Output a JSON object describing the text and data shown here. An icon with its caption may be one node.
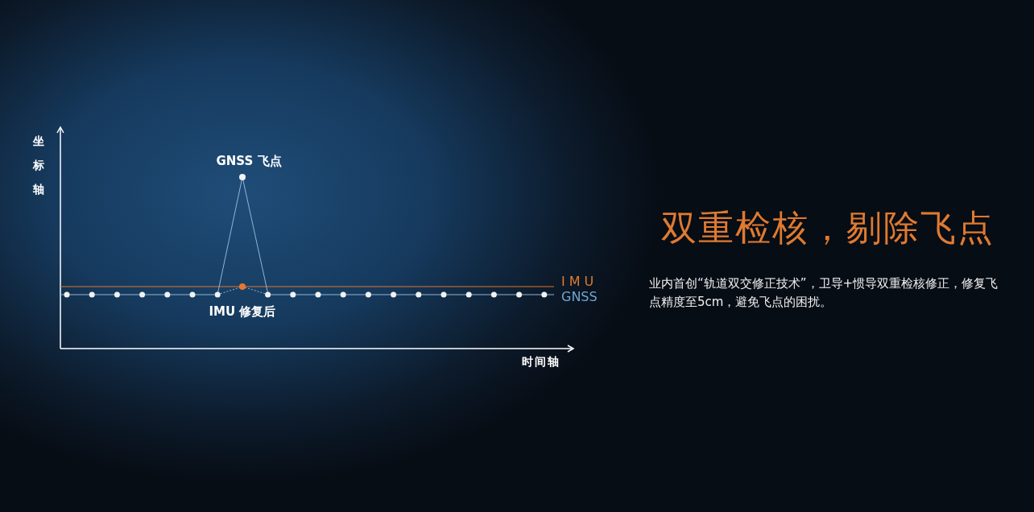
{
  "diagram": {
    "title": "双重检核，剔除飞点",
    "labels": [
      "坐标轴",
      "GNSS 飞点",
      "IMU 修复后",
      "时间轴",
      "业内首创“轨道双交修正技术”，卫导+惯导双重检核修正，修复飞点精度至5cm，避免飞点的困扰。"
    ],
    "legend": [
      {
        "text": "IMU"
      },
      {
        "text": "GNSS"
      }
    ]
  }
}
